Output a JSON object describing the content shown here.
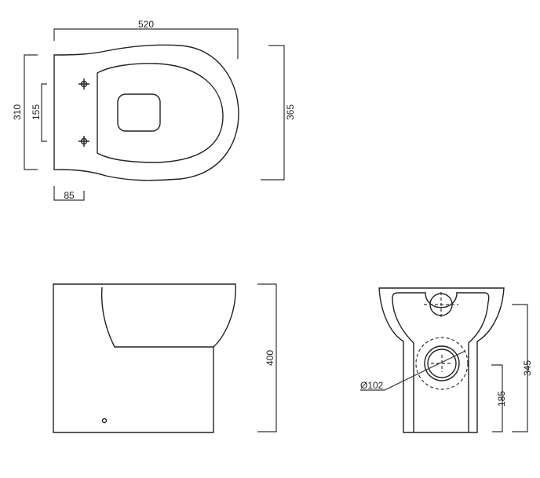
{
  "top_view": {
    "width": "520",
    "seat_depth": "310",
    "fixing_spacing": "155",
    "overall_depth": "365",
    "fixing_offset": "85"
  },
  "side_view": {
    "height": "400"
  },
  "front_view": {
    "outlet_diameter": "Ø102",
    "outlet_height": "185",
    "inlet_height": "345"
  }
}
